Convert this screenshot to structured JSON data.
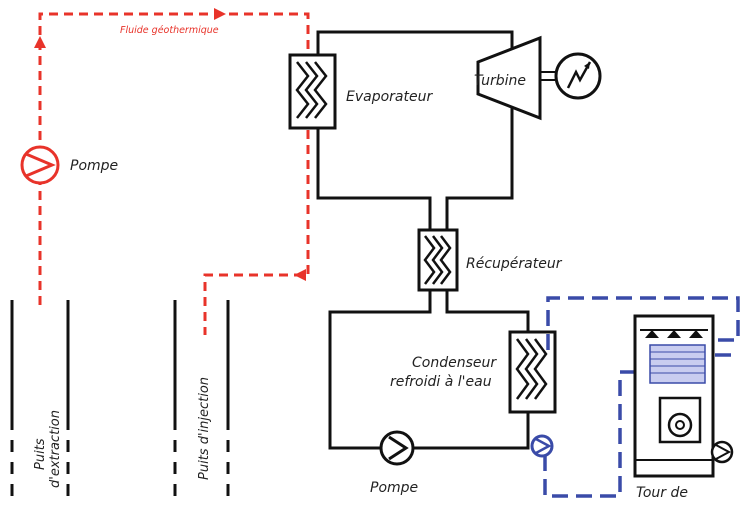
{
  "labels": {
    "fluid": "Fluide géothermique",
    "pump_geo": "Pompe",
    "evaporator": "Evaporateur",
    "turbine": "Turbine",
    "recuperator": "Récupérateur",
    "condenser_line1": "Condenseur",
    "condenser_line2": "refroidi à l'eau",
    "pump_orc": "Pompe",
    "tower": "Tour de",
    "well_extraction_line1": "Puits",
    "well_extraction_line2": "d'extraction",
    "well_injection": "Puits d'injection"
  },
  "colors": {
    "geothermal_loop": "#e8332a",
    "cooling_loop": "#3a4ba8",
    "orc_loop": "#111111",
    "tower_fill": "#c9cdf0"
  },
  "icons": [
    "pump-icon",
    "generator-icon",
    "heat-exchanger-icon",
    "turbine-icon",
    "fan-icon",
    "sprinkler-icon"
  ]
}
